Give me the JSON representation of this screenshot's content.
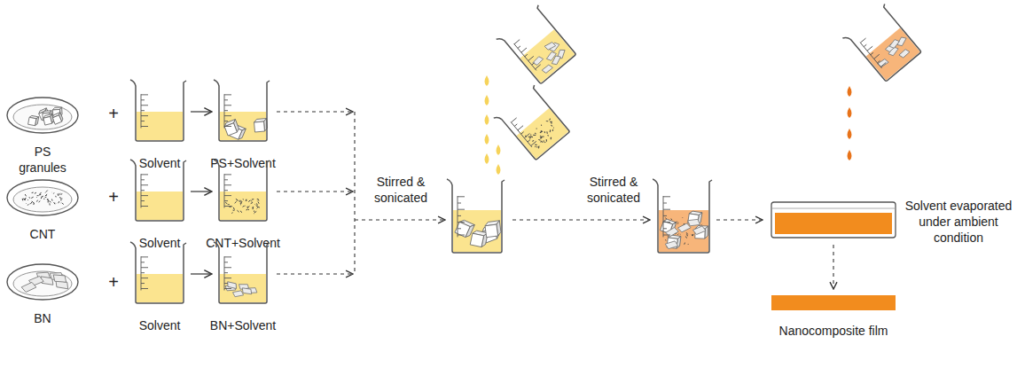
{
  "diagram": {
    "nodes": [
      {
        "text": [
          "PS granules"
        ]
      },
      {
        "text": [
          "Solvent"
        ]
      },
      {
        "text": [
          "PS+Solvent"
        ]
      },
      {
        "text": [
          "CNT"
        ]
      },
      {
        "text": [
          "Solvent"
        ]
      },
      {
        "text": [
          "CNT+Solvent"
        ]
      },
      {
        "text": [
          "BN"
        ]
      },
      {
        "text": [
          "Solvent"
        ]
      },
      {
        "text": [
          "BN+Solvent"
        ]
      },
      {
        "text": [
          "Nanocomposite film"
        ]
      }
    ],
    "edges": [
      {
        "from": 1,
        "to": 2,
        "arrow": "to"
      },
      {
        "from": 4,
        "to": 5,
        "arrow": "to"
      },
      {
        "from": 7,
        "to": 8,
        "arrow": "to"
      }
    ],
    "labels": [
      "+",
      "+",
      "+",
      "Stirred & sonicated",
      "Stirred & sonicated",
      "Solvent evaporated under ambient condition"
    ]
  }
}
